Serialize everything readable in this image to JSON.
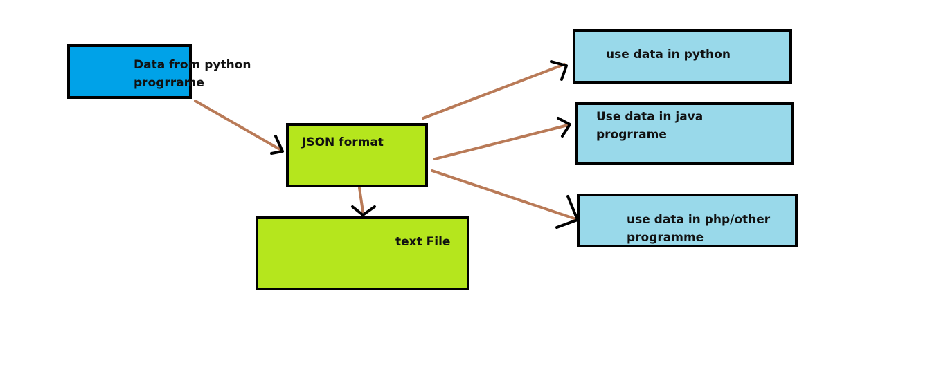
{
  "colors": {
    "source_fill": "#00a2e8",
    "json_fill": "#b5e61d",
    "target_fill": "#99d9ea",
    "connector": "#b97a57",
    "border": "#000000"
  },
  "nodes": {
    "source": {
      "line1": "Data from python",
      "line2": "progrrame"
    },
    "json": {
      "label": "JSON format"
    },
    "textfile": {
      "label": "text File"
    },
    "python": {
      "label": "use data in python"
    },
    "java": {
      "line1": "Use data in java",
      "line2": "progrrame"
    },
    "php": {
      "line1": "use data in php/other",
      "line2": "programme"
    }
  }
}
